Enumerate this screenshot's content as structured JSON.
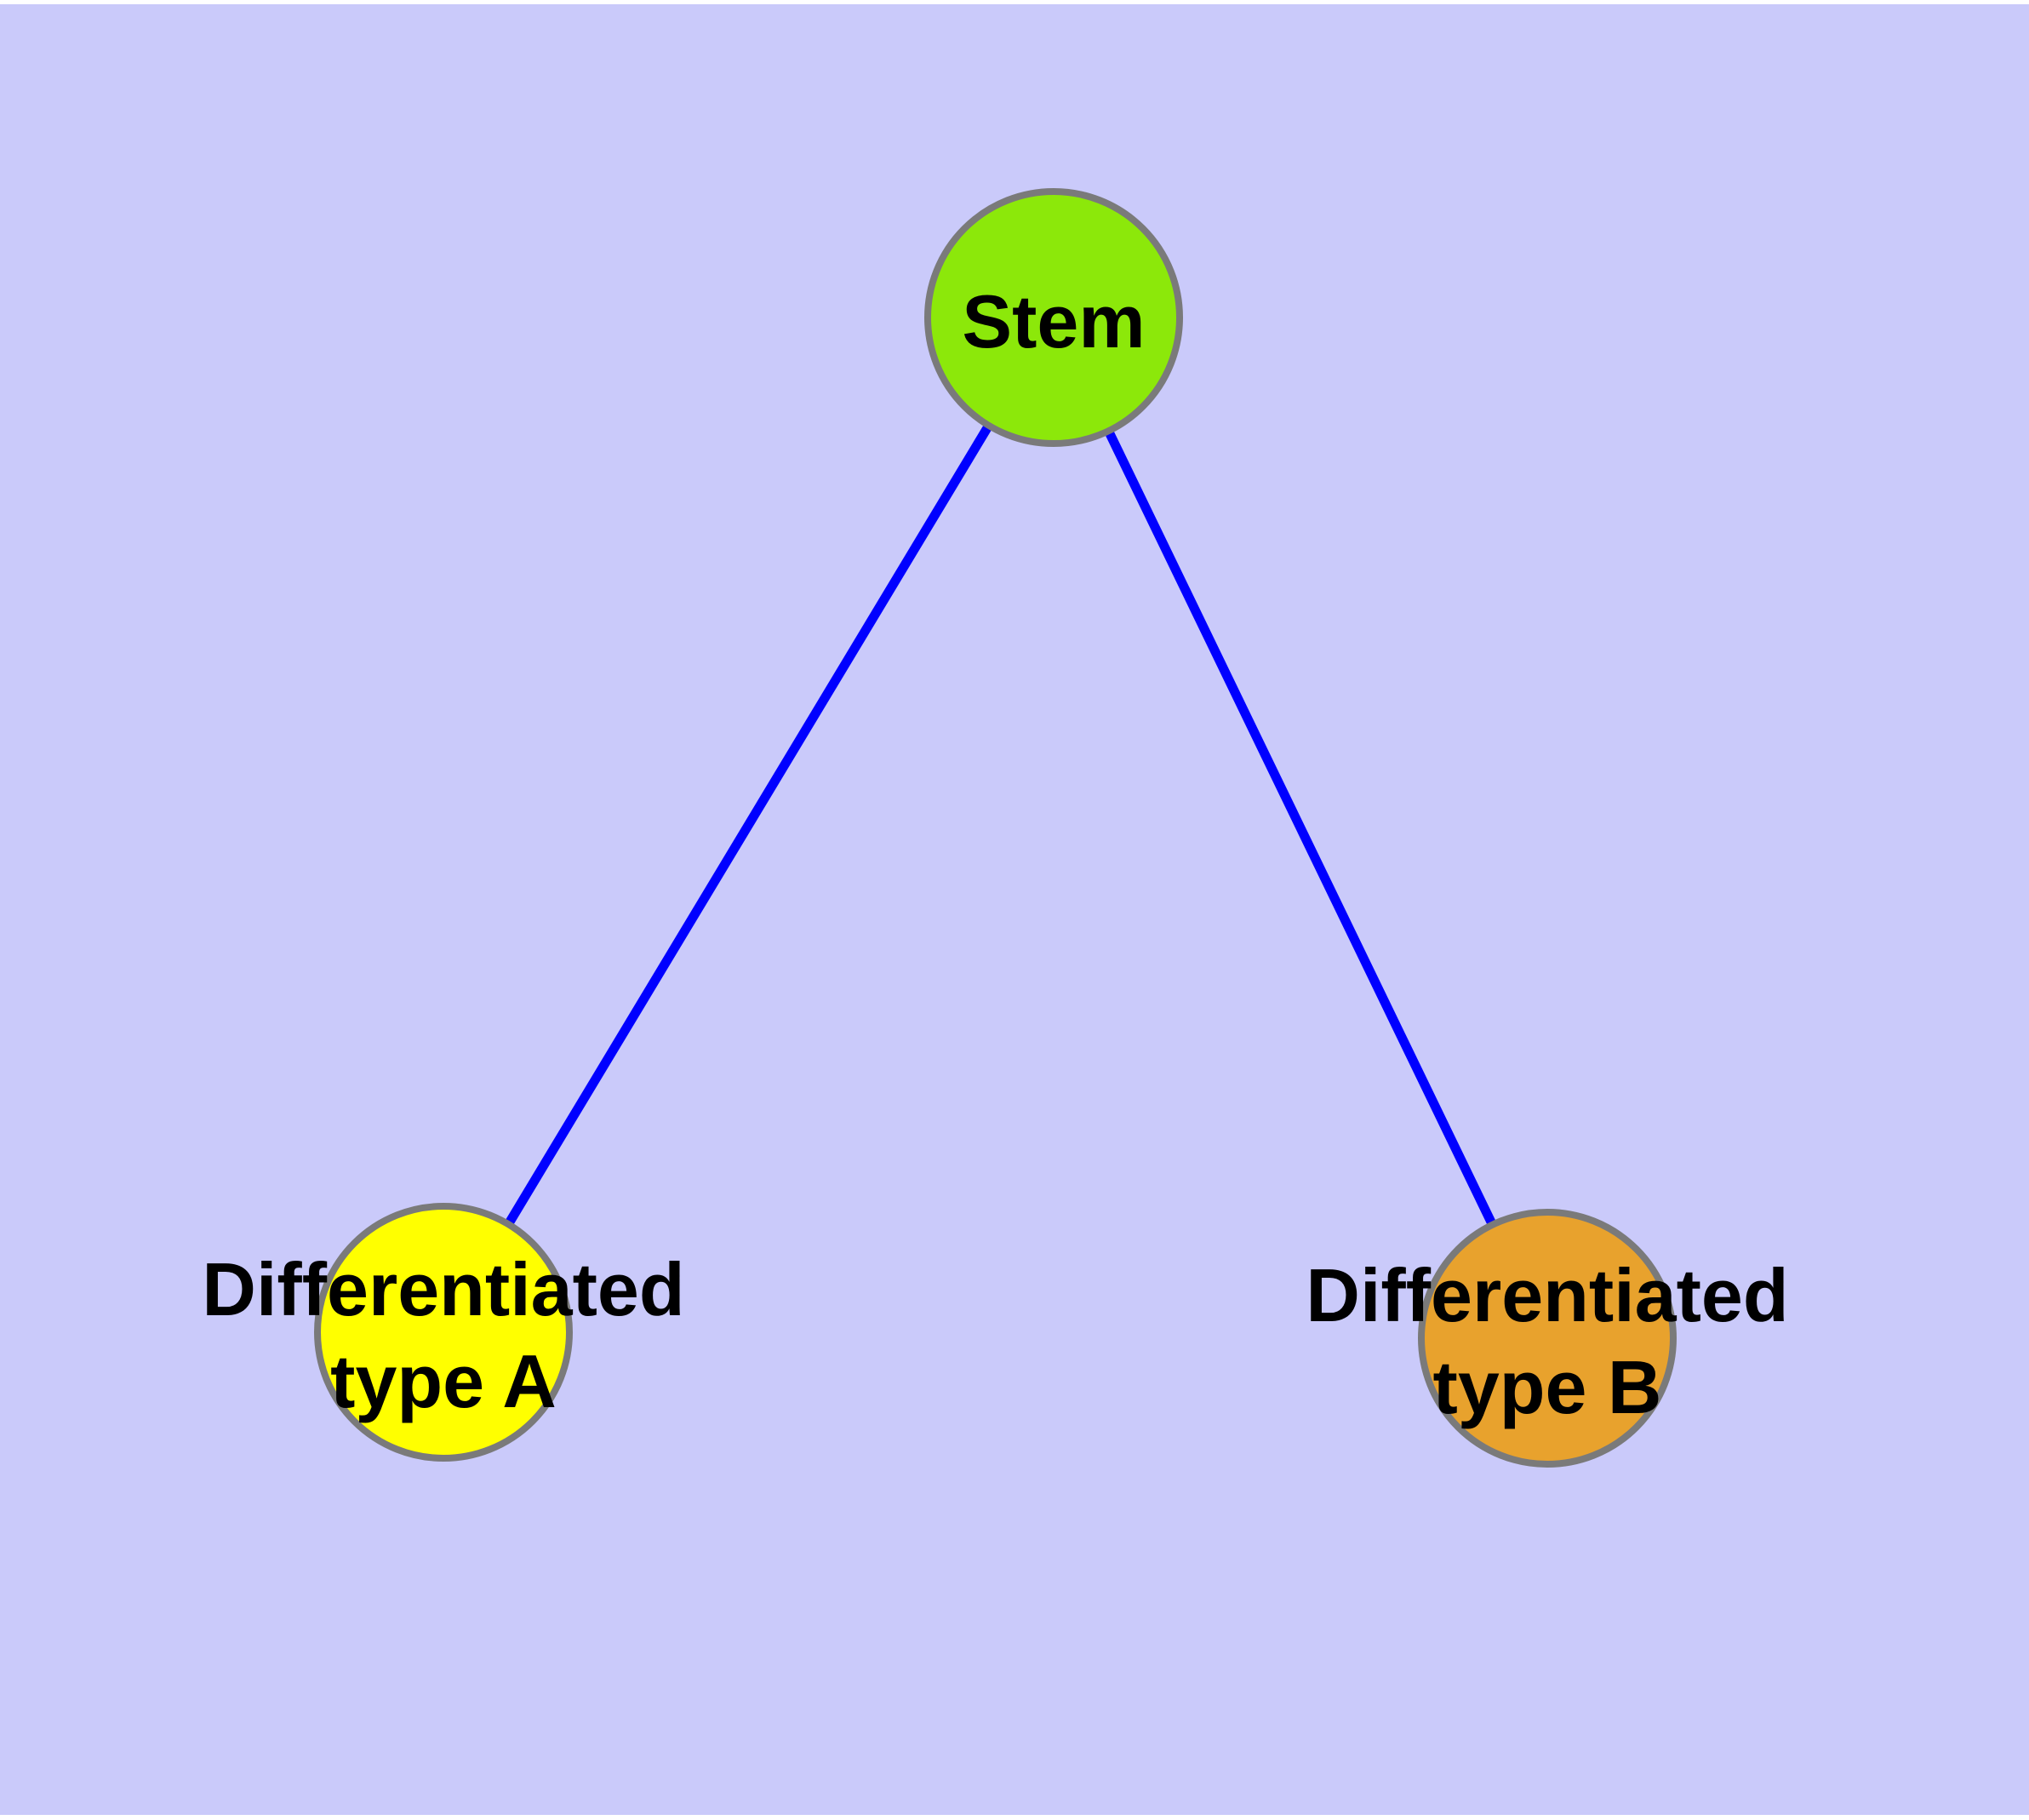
{
  "diagram": {
    "type": "graph",
    "background_color": "#cacafa",
    "page_margin_color": "#ffffff",
    "edge_color": "#0000ff",
    "node_border_color": "#7a7a7a",
    "label_color": "#000000",
    "nodes": {
      "stem": {
        "label": "Stem",
        "color": "#8ce80a"
      },
      "typeA": {
        "label_line1": "Differentiated",
        "label_line2": "type A",
        "label_full": "Differentiated type A",
        "color": "#ffff00"
      },
      "typeB": {
        "label_line1": "Differentiated",
        "label_line2": "type B",
        "label_full": "Differentiated type B",
        "color": "#e8a22d"
      }
    },
    "edges": [
      {
        "from": "Stem",
        "to": "Differentiated type A"
      },
      {
        "from": "Stem",
        "to": "Differentiated type B"
      }
    ]
  }
}
